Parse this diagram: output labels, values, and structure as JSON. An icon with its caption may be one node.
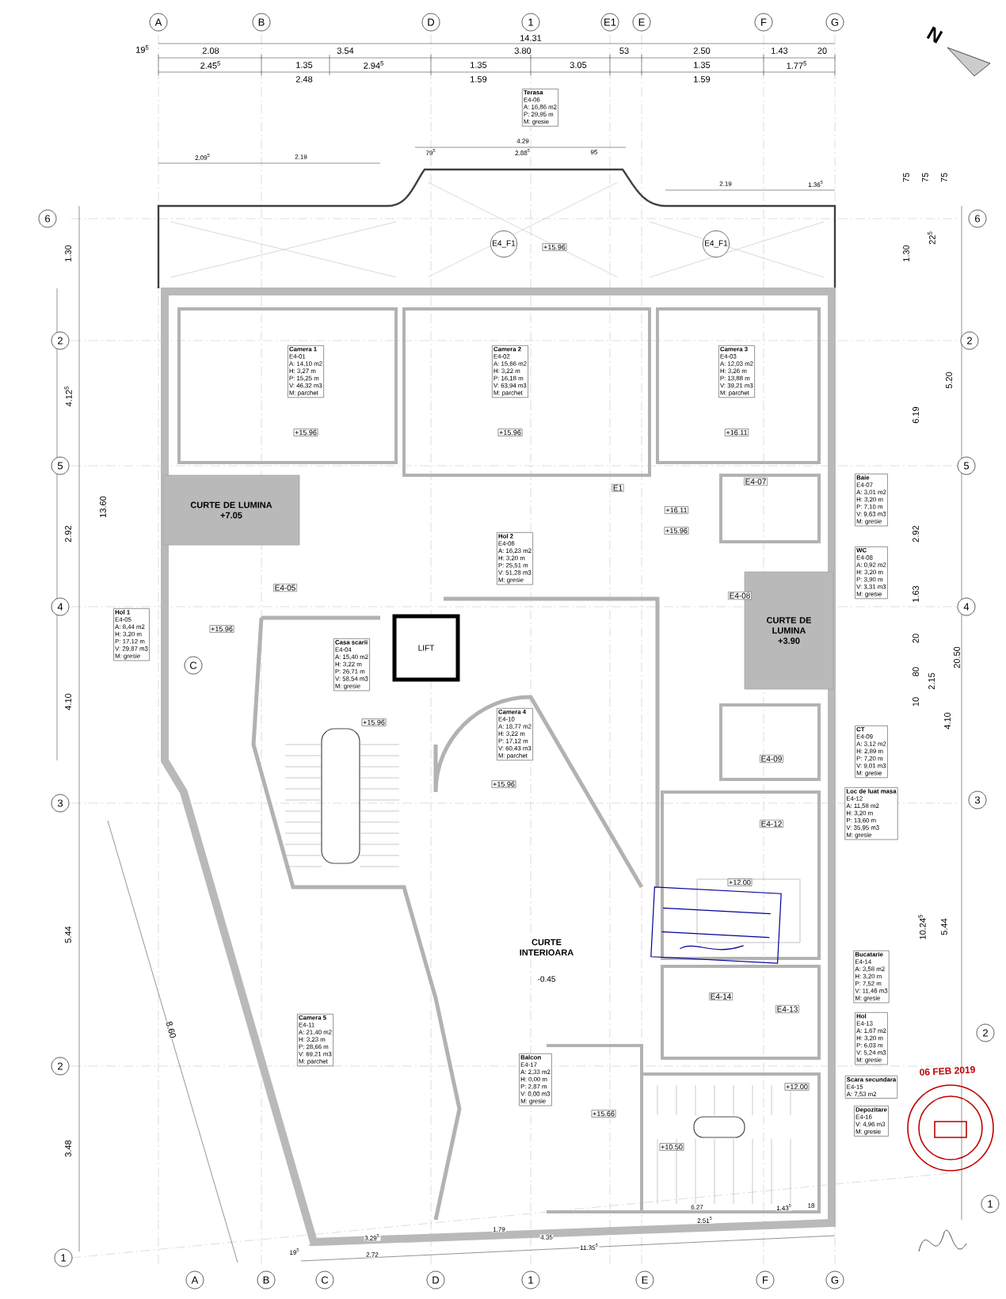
{
  "diagram": {
    "nodes": [
      {
        "text": [
          "Terasa",
          "E4-06",
          "A: 16,86 m2",
          "P: 29,95 m",
          "M: gresie"
        ]
      },
      {
        "text": [
          "Camera 1",
          "E4-01",
          "A: 14,10 m2",
          "H: 3,27 m",
          "P: 15,25 m",
          "V: 46,32 m3",
          "M: parchet"
        ]
      },
      {
        "text": [
          "Camera 2",
          "E4-02",
          "A: 15,66 m2",
          "H: 3,22 m",
          "P: 16,18 m",
          "V: 63,94 m3",
          "M: parchet"
        ]
      },
      {
        "text": [
          "Camera 3",
          "E4-03",
          "A: 12,03 m2",
          "H: 3,26 m",
          "P: 13,88 m",
          "V: 39,21 m3",
          "M: parchet"
        ]
      },
      {
        "text": [
          "CURTE DE LUMINA",
          "+7.05"
        ]
      },
      {
        "text": [
          "Baie",
          "E4-07",
          "A: 3,01 m2",
          "H: 3,20 m",
          "P: 7,10 m",
          "V: 9,63 m3",
          "M: gresie"
        ]
      },
      {
        "text": [
          "WC",
          "E4-08",
          "A: 0,92 m2",
          "H: 3,20 m",
          "P: 3,90 m",
          "V: 3,31 m3",
          "M: gresie"
        ]
      },
      {
        "text": [
          "Hol 2",
          "E4-06",
          "A: 16,23 m2",
          "H: 3,20 m",
          "P: 25,51 m",
          "V: 51,28 m3",
          "M: gresie"
        ]
      },
      {
        "text": [
          "Hol 1",
          "E4-05",
          "A: 8,44 m2",
          "H: 3,20 m",
          "P: 17,12 m",
          "V: 29,87 m3",
          "M: gresie"
        ]
      },
      {
        "text": [
          "LIFT"
        ]
      },
      {
        "text": [
          "Casa scarii",
          "E4-04",
          "A: 15,40 m2",
          "H: 3,22 m",
          "P: 26,71 m",
          "V: 58,54 m3",
          "M: gresie"
        ]
      },
      {
        "text": [
          "CURTE DE LUMINA",
          "+3.90"
        ]
      },
      {
        "text": [
          "CT",
          "E4-09",
          "A: 3,12 m2",
          "H: 2,89 m",
          "P: 7,20 m",
          "V: 9,01 m3",
          "M: gresie"
        ]
      },
      {
        "text": [
          "Loc de luat masa",
          "E4-12",
          "A: 11,58 m2",
          "H: 3,20 m",
          "P: 13,60 m",
          "V: 35,95 m3",
          "M: gresie"
        ]
      },
      {
        "text": [
          "Camera 4",
          "E4-10",
          "A: 18,77 m2",
          "H: 3,22 m",
          "P: 17,12 m",
          "V: 60,43 m3",
          "M: parchet"
        ]
      },
      {
        "text": [
          "Bucatarie",
          "E4-14",
          "A: 3,58 m2",
          "H: 3,20 m",
          "P: 7,52 m",
          "V: 11,46 m3",
          "M: gresie"
        ]
      },
      {
        "text": [
          "Hol",
          "E4-13",
          "A: 1,67 m2",
          "H: 3,20 m",
          "P: 6,03 m",
          "V: 5,24 m3",
          "M: gresie"
        ]
      },
      {
        "text": [
          "Camera 5",
          "E4-11",
          "A: 21,40 m2",
          "H: 3,23 m",
          "P: 28,66 m",
          "V: 69,21 m3",
          "M: parchet"
        ]
      },
      {
        "text": [
          "Balcon",
          "E4-17",
          "A: 2,33 m2",
          "H: 0,00 m",
          "P: 2,87 m",
          "V: 0,00 m3",
          "M: gresie"
        ]
      },
      {
        "text": [
          "Scara secundara",
          "E4-15",
          "A: 7,53 m2"
        ]
      },
      {
        "text": [
          "Depozitare",
          "E4-16",
          "V: 4,96 m3",
          "M: gresie"
        ]
      }
    ],
    "labels": [
      "A",
      "B",
      "D",
      "1",
      "E1",
      "E",
      "F",
      "G",
      "N",
      "14.31",
      "19$^{5}$",
      "2.08",
      "3.54",
      "3.80",
      "53",
      "2.50",
      "1.43",
      "20",
      "2.45$^{5}$",
      "1.35",
      "2.94$^{5}$",
      "1.35",
      "3.05",
      "1.35",
      "1.77$^{5}$",
      "2.48",
      "1.59",
      "1.59",
      "2.09$^{5}$",
      "2.19",
      "4.29",
      "79$^{5}$",
      "2.88$^{5}$",
      "95",
      "2.19",
      "1.36$^{5}$",
      "6",
      "6",
      "1.30",
      "75",
      "75",
      "75",
      "1.30",
      "22$^{5}$",
      "E4_F1",
      "+15.96",
      "E4_F1",
      "2",
      "2",
      "4.12$^{5}$",
      "5.20",
      "6.19",
      "+15.96",
      "+15.96",
      "+16.11",
      "5",
      "5",
      "E1",
      "E4-07",
      "13.60",
      "2.92",
      "2.92",
      "+16.11",
      "+15.96",
      "E4-05",
      "E4-08",
      "4",
      "4",
      "1.63",
      "+15.96",
      "20",
      "80",
      "10",
      "2.15",
      "4.10",
      "20.50",
      "4.10",
      "+15.96",
      "E4-09",
      "3",
      "3",
      "E4-12",
      "+15.96",
      "+12.00",
      "CURTE INTERIOARA",
      "-0.45",
      "5.44",
      "10.24$^{5}$",
      "5.44",
      "E4-14",
      "E4-13",
      "06 FEB 2019",
      "2",
      "2",
      "+12.00",
      "+15.66",
      "+10.50",
      "8.60",
      "3.48",
      "1",
      "1",
      "6.27",
      "1.43$^{5}$",
      "18",
      "2.51$^{5}$",
      "1.79",
      "3.29$^{5}$",
      "4.35",
      "11.35$^{5}$",
      "19$^{5}$",
      "2.72",
      "A",
      "B",
      "C",
      "D",
      "1",
      "E",
      "F",
      "G",
      "C"
    ]
  }
}
